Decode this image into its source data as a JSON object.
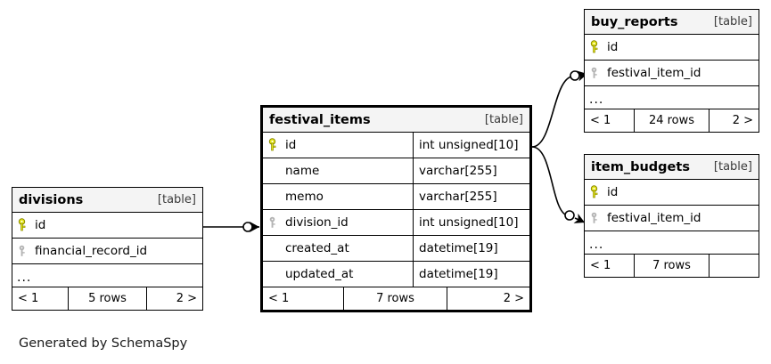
{
  "diagram": {
    "caption": "Generated by SchemaSpy",
    "table_tag": "[table]",
    "ellipsis": "...",
    "icons": {
      "primary_key": "key-icon-primary",
      "foreign_key": "key-icon-foreign"
    },
    "colors": {
      "primary_key": "#e8e81c",
      "foreign_key": "#b4b4b4",
      "header_bg": "#f4f4f4",
      "border": "#000000",
      "background": "#ffffff"
    }
  },
  "tables": {
    "divisions": {
      "name": "divisions",
      "tag": "[table]",
      "columns": [
        {
          "name": "id",
          "type": "",
          "key": "primary"
        },
        {
          "name": "financial_record_id",
          "type": "",
          "key": "foreign"
        }
      ],
      "has_more": true,
      "footer": {
        "prev": "< 1",
        "rows": "5 rows",
        "next": "2 >"
      }
    },
    "festival_items": {
      "name": "festival_items",
      "tag": "[table]",
      "focal": true,
      "columns": [
        {
          "name": "id",
          "type": "int unsigned[10]",
          "key": "primary"
        },
        {
          "name": "name",
          "type": "varchar[255]",
          "key": "none"
        },
        {
          "name": "memo",
          "type": "varchar[255]",
          "key": "none"
        },
        {
          "name": "division_id",
          "type": "int unsigned[10]",
          "key": "foreign"
        },
        {
          "name": "created_at",
          "type": "datetime[19]",
          "key": "none"
        },
        {
          "name": "updated_at",
          "type": "datetime[19]",
          "key": "none"
        }
      ],
      "has_more": false,
      "footer": {
        "prev": "< 1",
        "rows": "7 rows",
        "next": "2 >"
      }
    },
    "buy_reports": {
      "name": "buy_reports",
      "tag": "[table]",
      "columns": [
        {
          "name": "id",
          "type": "",
          "key": "primary"
        },
        {
          "name": "festival_item_id",
          "type": "",
          "key": "foreign"
        }
      ],
      "has_more": true,
      "footer": {
        "prev": "< 1",
        "rows": "24 rows",
        "next": "2 >"
      }
    },
    "item_budgets": {
      "name": "item_budgets",
      "tag": "[table]",
      "columns": [
        {
          "name": "id",
          "type": "",
          "key": "primary"
        },
        {
          "name": "festival_item_id",
          "type": "",
          "key": "foreign"
        }
      ],
      "has_more": true,
      "footer": {
        "prev": "< 1",
        "rows": "7 rows",
        "next": ""
      }
    }
  },
  "relationships": [
    {
      "from": "divisions.id",
      "to": "festival_items.division_id"
    },
    {
      "from": "festival_items.id",
      "to": "buy_reports.festival_item_id"
    },
    {
      "from": "festival_items.id",
      "to": "item_budgets.festival_item_id"
    }
  ]
}
